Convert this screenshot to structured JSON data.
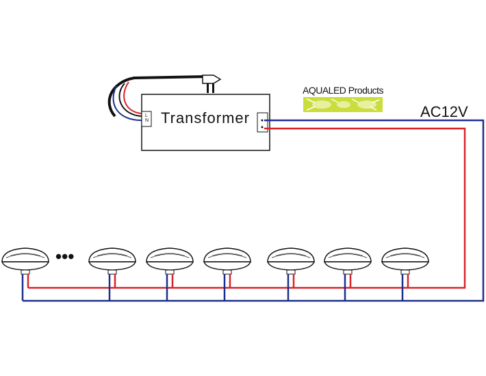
{
  "diagram": {
    "transformer_label": "Transformer",
    "voltage_label": "AC12V",
    "brand_label": "AQUALED Products",
    "ellipsis": "•••",
    "lamp_count": 7,
    "colors": {
      "live_wire": "#d8232a",
      "neutral_wire": "#1b2f8f",
      "outline": "#111111",
      "logo_yellow": "#c9dd3c",
      "logo_light": "#e8f0a0"
    },
    "icons": {
      "lamp": "par56-lamp-icon",
      "plug": "mains-plug-icon",
      "logo": "aqualed-sun-logo"
    }
  }
}
